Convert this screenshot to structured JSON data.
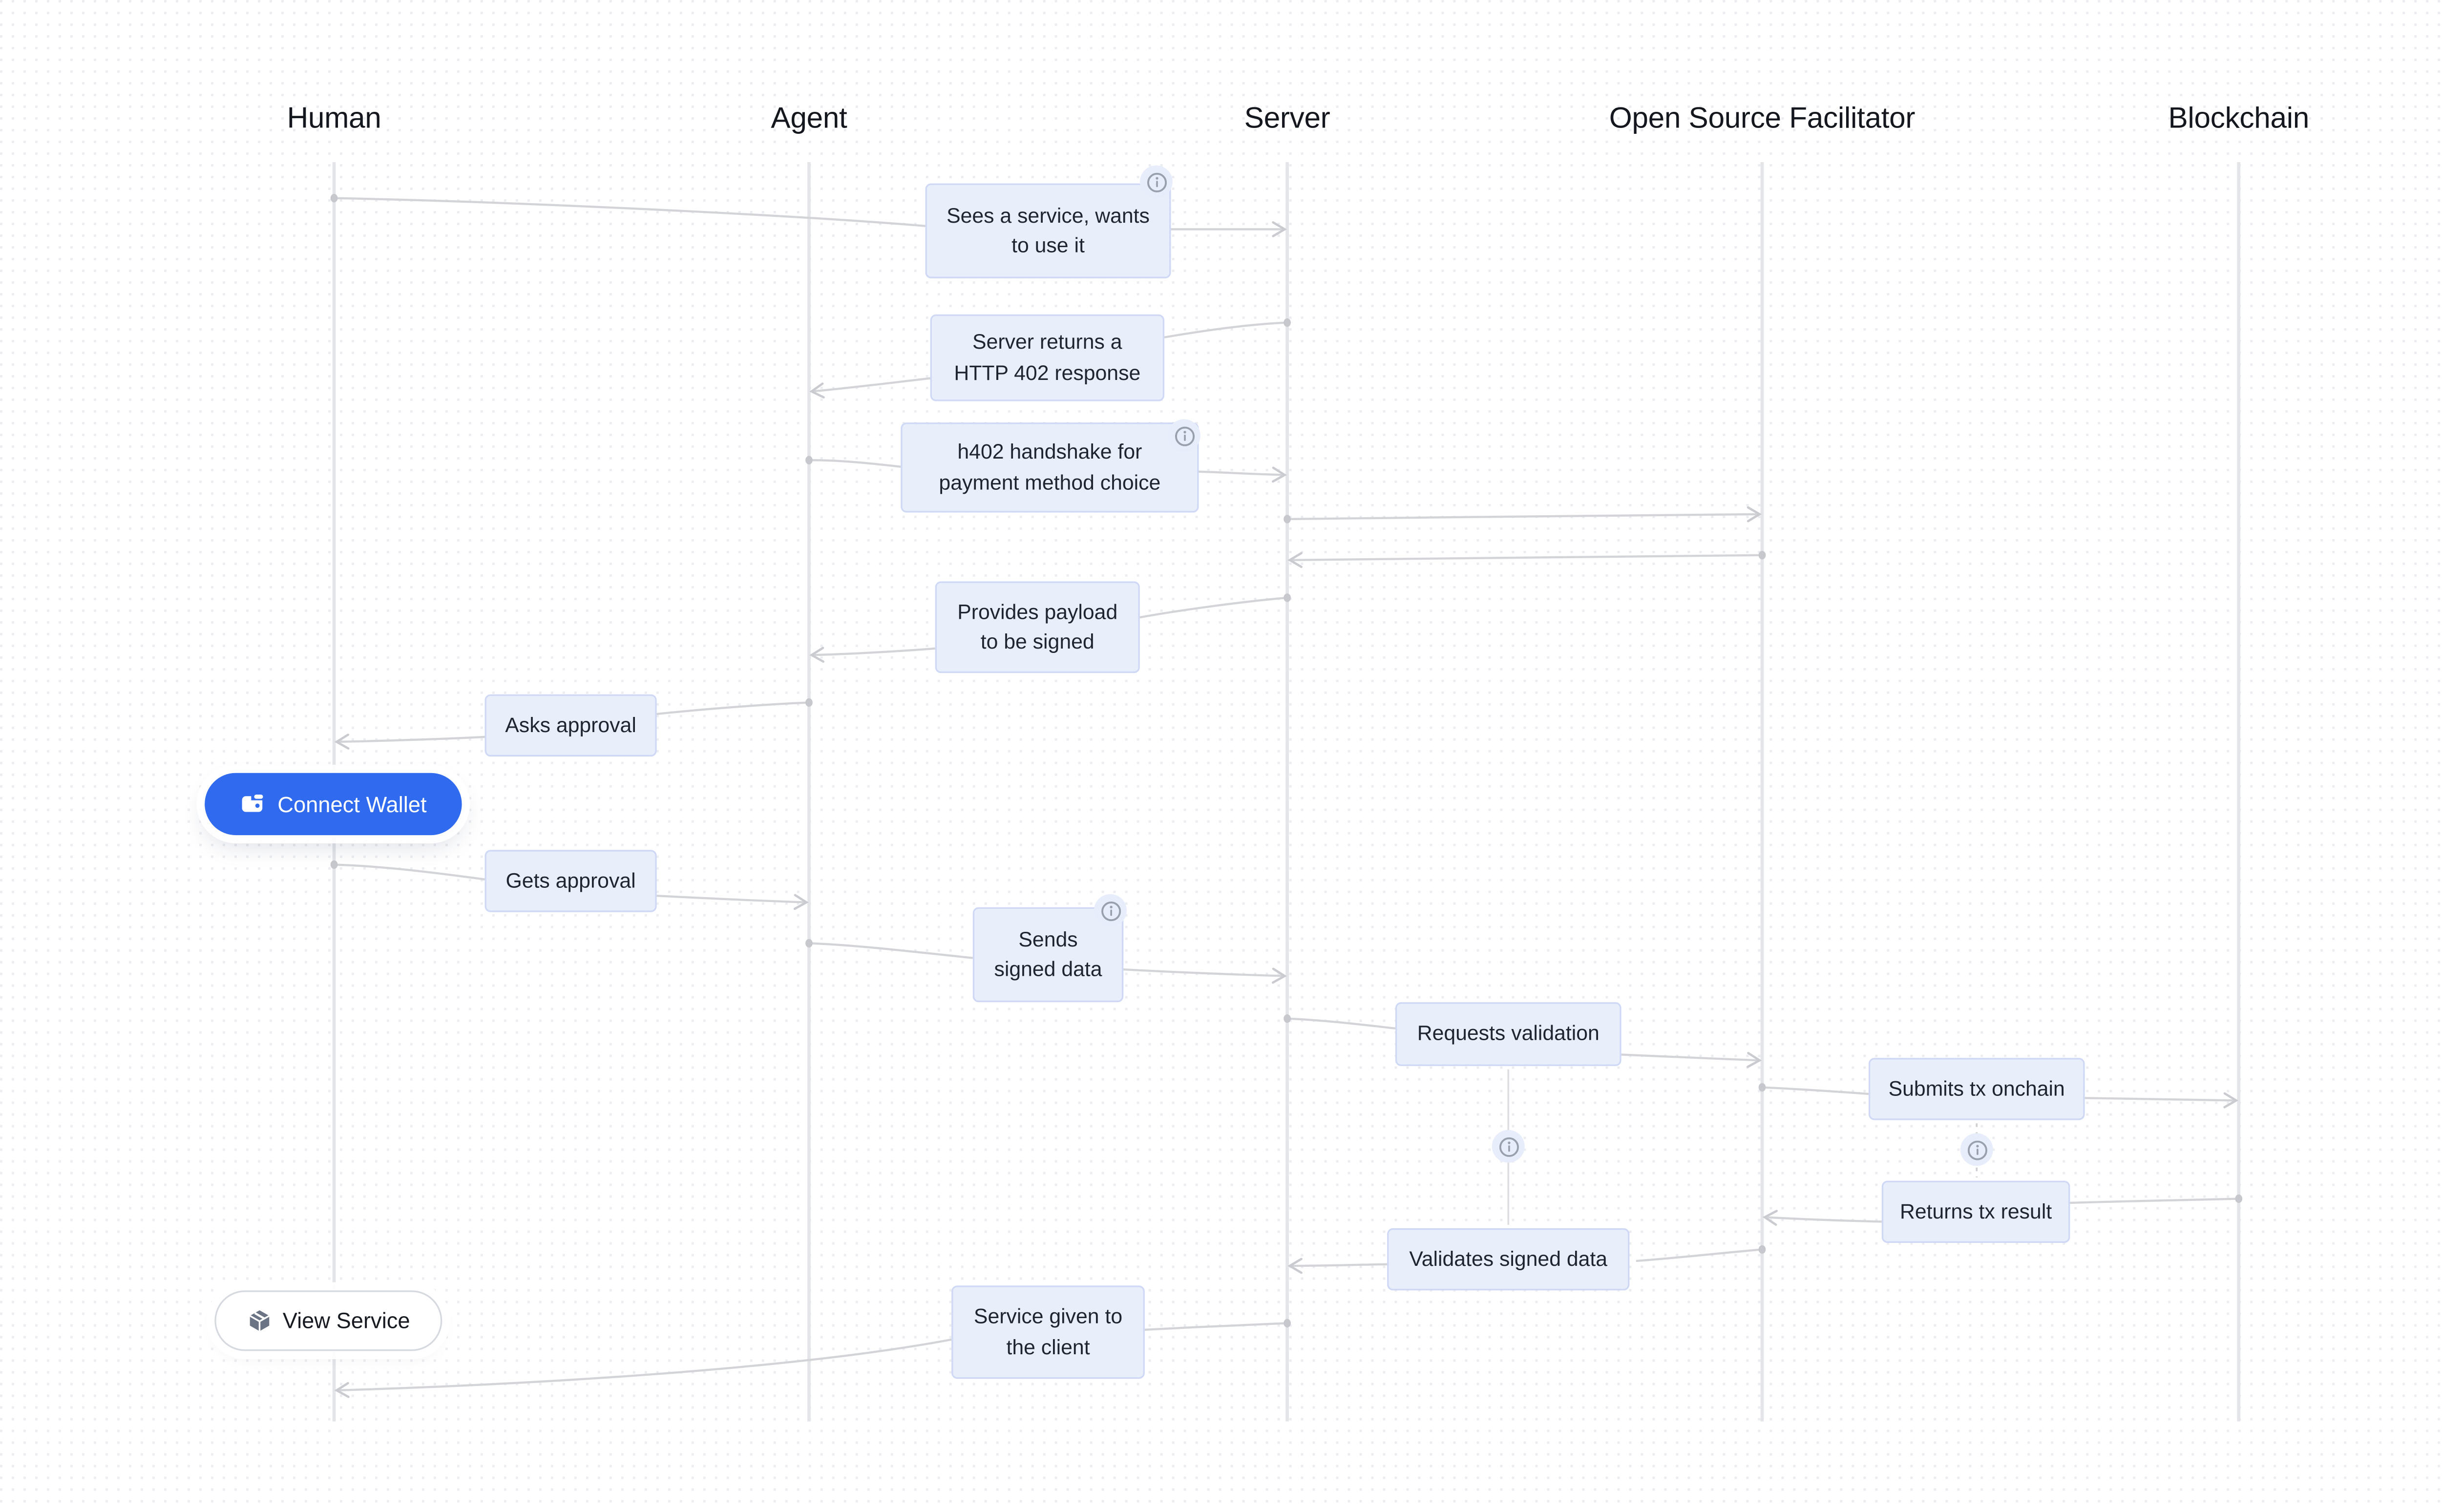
{
  "colors": {
    "accent_blue": "#306aee",
    "box_bg": "#e9eefb",
    "box_border": "#cfd9f5",
    "connector_gray": "#cfd1d5",
    "lifeline_gray": "#e3e5e9",
    "dot_grid": "#ebedf0",
    "cube_icon_gray": "#6b7484"
  },
  "lanes": [
    {
      "label": "Human"
    },
    {
      "label": "Agent"
    },
    {
      "label": "Server"
    },
    {
      "label": "Open Source Facilitator"
    },
    {
      "label": "Blockchain"
    }
  ],
  "messages": {
    "sees_service": {
      "label": "Sees a service, wants\nto use it",
      "from": "Human",
      "to": "Server",
      "info": true
    },
    "server_402": {
      "label": "Server returns a\nHTTP 402 response",
      "from": "Server",
      "to": "Agent",
      "info": false
    },
    "h402_handshake": {
      "label": "h402 handshake for\npayment method choice",
      "from": "Agent",
      "to": "Server",
      "info": true
    },
    "provides_payload": {
      "label": "Provides payload\nto be signed",
      "from": "Server",
      "to": "Agent",
      "info": false
    },
    "asks_approval": {
      "label": "Asks approval",
      "from": "Agent",
      "to": "Human",
      "info": false
    },
    "gets_approval": {
      "label": "Gets approval",
      "from": "Human",
      "to": "Agent",
      "info": false
    },
    "sends_signed_data": {
      "label": "Sends\nsigned data",
      "from": "Agent",
      "to": "Server",
      "info": true
    },
    "requests_validation": {
      "label": "Requests validation",
      "from": "Server",
      "to": "Open Source Facilitator",
      "info": false
    },
    "submits_tx": {
      "label": "Submits tx onchain",
      "from": "Open Source Facilitator",
      "to": "Blockchain",
      "info": false
    },
    "returns_tx": {
      "label": "Returns tx result",
      "from": "Blockchain",
      "to": "Open Source Facilitator",
      "info": false
    },
    "validates_signed": {
      "label": "Validates signed data",
      "from": "Open Source Facilitator",
      "to": "Server",
      "info": false
    },
    "service_given": {
      "label": "Service given to\nthe client",
      "from": "Server",
      "to": "Human",
      "info": false
    }
  },
  "buttons": {
    "connect_wallet": {
      "label": "Connect Wallet"
    },
    "view_service": {
      "label": "View Service"
    }
  }
}
